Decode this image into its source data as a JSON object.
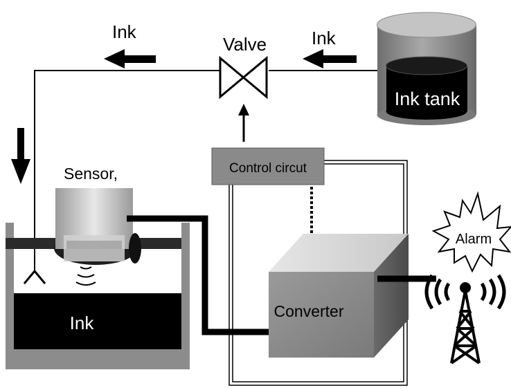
{
  "labels": {
    "ink_top_left": "Ink",
    "valve": "Valve",
    "ink_top_right": "Ink",
    "ink_tank": "Ink tank",
    "sensor": "Sensor,",
    "control_circuit": "Control circut",
    "alarm": "Alarm",
    "ink_bath": "Ink",
    "converter": "Converter"
  },
  "colors": {
    "ink": "#000000",
    "tank_body": "#8c8c8c",
    "control_box": "#8a8a8a",
    "converter_front": "#8e8e8e",
    "container_wall": "#8c8c8c"
  }
}
